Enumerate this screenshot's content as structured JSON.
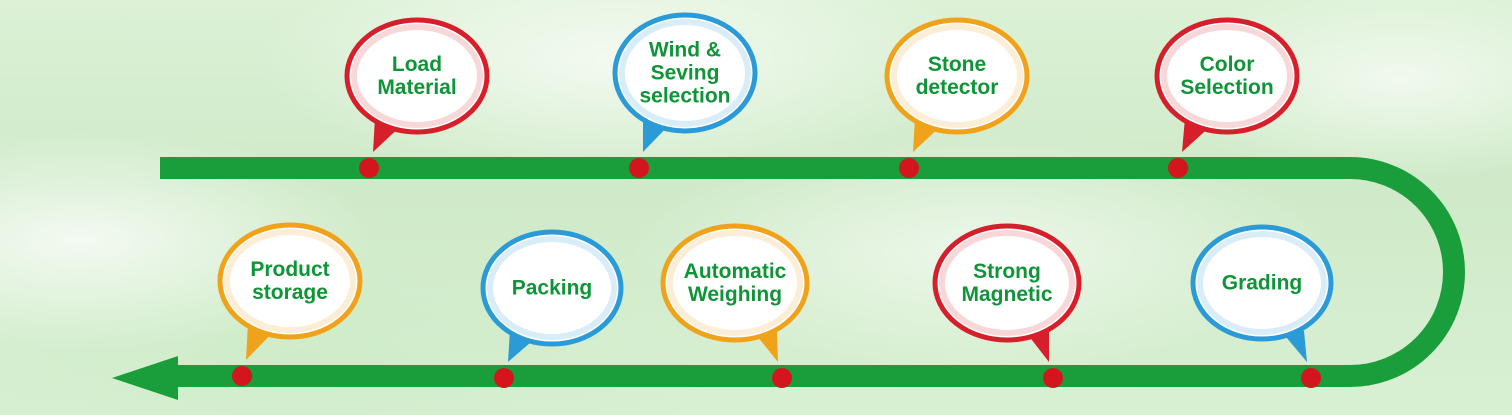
{
  "colors": {
    "track": "#1a9e3c",
    "dot": "#d3161e",
    "label_text": "#0f9438",
    "ring_red": "#d61f2a",
    "ring_blue": "#2b9bd8",
    "ring_orange": "#f0a21a"
  },
  "stages": [
    {
      "label": "Load\nMaterial",
      "ring": "red"
    },
    {
      "label": "Wind &\nSeving\nselection",
      "ring": "blue"
    },
    {
      "label": "Stone\ndetector",
      "ring": "orange"
    },
    {
      "label": "Color\nSelection",
      "ring": "red"
    },
    {
      "label": "Grading",
      "ring": "blue"
    },
    {
      "label": "Strong\nMagnetic",
      "ring": "red"
    },
    {
      "label": "Automatic\nWeighing",
      "ring": "orange"
    },
    {
      "label": "Packing",
      "ring": "blue"
    },
    {
      "label": "Product\nstorage",
      "ring": "orange"
    }
  ]
}
